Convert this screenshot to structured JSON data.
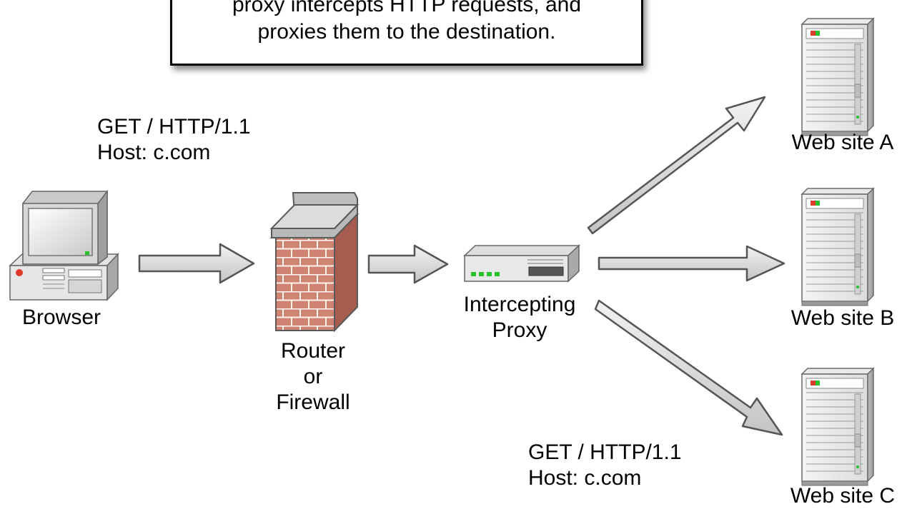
{
  "callout": {
    "line1": "proxy intercepts HTTP requests, and",
    "line2": "proxies them to the destination."
  },
  "request_top": {
    "line1": "GET / HTTP/1.1",
    "line2": "Host: c.com"
  },
  "request_bottom": {
    "line1": "GET / HTTP/1.1",
    "line2": "Host: c.com"
  },
  "nodes": {
    "browser": "Browser",
    "router": [
      "Router",
      "or",
      "Firewall"
    ],
    "proxy": [
      "Intercepting",
      "Proxy"
    ],
    "site_a": "Web site A",
    "site_b": "Web site B",
    "site_c": "Web site C"
  },
  "icons": {
    "browser": "desktop-computer-icon",
    "router": "brick-firewall-icon",
    "proxy": "network-appliance-icon",
    "server": "tower-server-icon"
  },
  "colors": {
    "brick": "#cf8473",
    "arrow_fill": "#d9d9d9",
    "server_led_red": "#e03a2a",
    "server_led_green": "#27c12d"
  }
}
